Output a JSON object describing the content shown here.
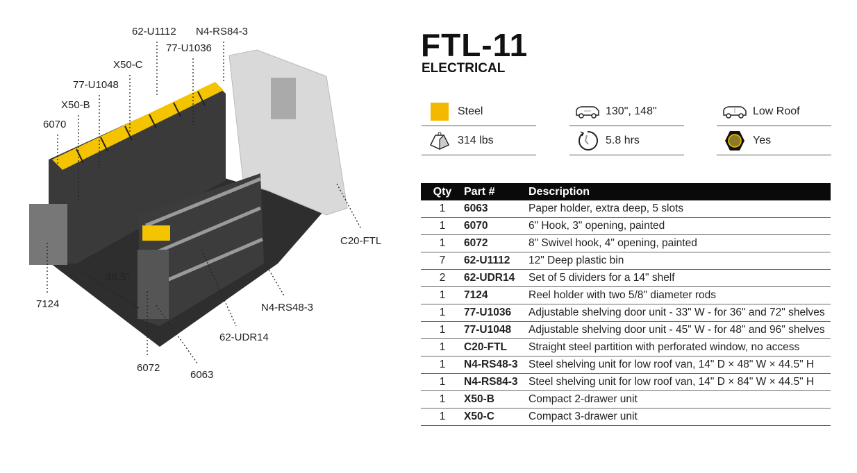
{
  "product": {
    "title": "FTL-11",
    "subtitle": "ELECTRICAL"
  },
  "specs": [
    {
      "icon": "steel-swatch-icon",
      "value": "Steel",
      "color": "#F5B800"
    },
    {
      "icon": "van-length-icon",
      "value": "130\", 148\""
    },
    {
      "icon": "van-roof-icon",
      "value": "Low Roof"
    },
    {
      "icon": "weight-icon",
      "value": "314 lbs"
    },
    {
      "icon": "install-time-icon",
      "value": "5.8 hrs"
    },
    {
      "icon": "badge-icon",
      "value": "Yes"
    }
  ],
  "table": {
    "headers": {
      "qty": "Qty",
      "part": "Part #",
      "desc": "Description"
    },
    "rows": [
      {
        "qty": "1",
        "part": "6063",
        "desc": "Paper holder, extra deep, 5 slots"
      },
      {
        "qty": "1",
        "part": "6070",
        "desc": "6\" Hook, 3\" opening, painted"
      },
      {
        "qty": "1",
        "part": "6072",
        "desc": "8\" Swivel hook, 4\" opening, painted"
      },
      {
        "qty": "7",
        "part": "62-U1112",
        "desc": "12\" Deep plastic bin"
      },
      {
        "qty": "2",
        "part": "62-UDR14",
        "desc": "Set of 5 dividers for a 14\" shelf"
      },
      {
        "qty": "1",
        "part": "7124",
        "desc": "Reel holder with two 5/8\" diameter rods"
      },
      {
        "qty": "1",
        "part": "77-U1036",
        "desc": "Adjustable shelving door unit - 33\" W - for 36\" and 72\" shelves"
      },
      {
        "qty": "1",
        "part": "77-U1048",
        "desc": "Adjustable shelving door unit - 45\" W - for 48\" and 96\" shelves"
      },
      {
        "qty": "1",
        "part": "C20-FTL",
        "desc": "Straight steel partition with perforated window, no access"
      },
      {
        "qty": "1",
        "part": "N4-RS48-3",
        "desc": "Steel shelving unit for low roof van, 14\" D × 48\" W × 44.5\" H"
      },
      {
        "qty": "1",
        "part": "N4-RS84-3",
        "desc": "Steel shelving unit for low roof van, 14\" D × 84\" W × 44.5\" H"
      },
      {
        "qty": "1",
        "part": "X50-B",
        "desc": "Compact 2-drawer unit"
      },
      {
        "qty": "1",
        "part": "X50-C",
        "desc": "Compact 3-drawer unit"
      }
    ]
  },
  "callouts": {
    "c1": "62-U1112",
    "c2": "N4-RS84-3",
    "c3": "77-U1036",
    "c4": "X50-C",
    "c5": "77-U1048",
    "c6": "X50-B",
    "c7": "6070",
    "c8": "C20-FTL",
    "c9": "36.5\"",
    "c10": "7124",
    "c11": "N4-RS48-3",
    "c12": "62-UDR14",
    "c13": "6072",
    "c14": "6063"
  }
}
